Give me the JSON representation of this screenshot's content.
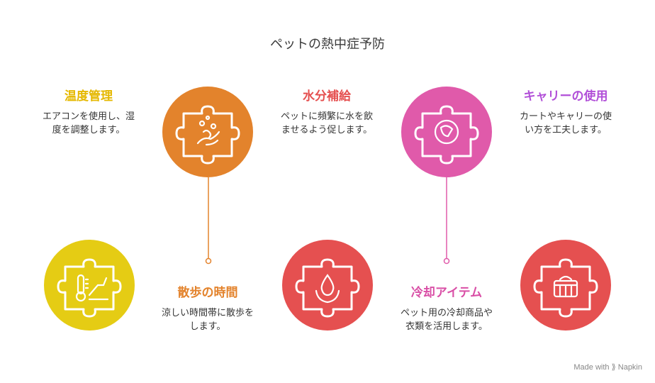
{
  "title": "ペットの熱中症予防",
  "items": [
    {
      "heading": "温度管理",
      "desc_lines": [
        "エアコンを使用し、湿",
        "度を調整します。"
      ],
      "color": "#e5cc14",
      "icon": "thermometer-icon"
    },
    {
      "heading": "散歩の時間",
      "desc_lines": [
        "涼しい時間帯に散歩を",
        "します。"
      ],
      "color": "#e3832c",
      "icon": "hand-wash-icon"
    },
    {
      "heading": "水分補給",
      "desc_lines": [
        "ペットに頻繁に水を飲",
        "ませるよう促します。"
      ],
      "color": "#e55050",
      "icon": "water-drop-icon"
    },
    {
      "heading": "冷却アイテム",
      "desc_lines": [
        "ペット用の冷却商品や",
        "衣類を活用します。"
      ],
      "color": "#e05aaa",
      "icon": "pet-bowl-icon"
    },
    {
      "heading": "キャリーの使用",
      "desc_lines": [
        "カートやキャリーの使",
        "い方を工夫します。"
      ],
      "color": "#e55050",
      "icon": "pet-carrier-icon"
    }
  ],
  "heading_colors": {
    "temperature": "#e5b800",
    "walk": "#e3832c",
    "water": "#e55050",
    "cooling": "#d94fa6",
    "carrier": "#b14fd8"
  },
  "footer": "Made with ⟫ Napkin"
}
